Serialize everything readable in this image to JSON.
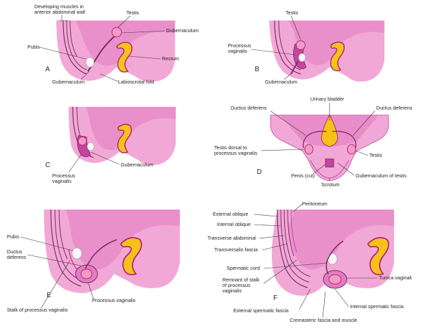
{
  "colors": {
    "tissue_light": "#f2a8d6",
    "tissue_mid": "#e27cc2",
    "tissue_dark": "#c2459e",
    "muscle_line": "#7a2a63",
    "rectum_fill": "#f6c21a",
    "rectum_outline": "#b0296f",
    "testis": "#f49ac8",
    "pubis": "#f7f7f7",
    "background": "#ffffff"
  },
  "panels": {
    "A": {
      "letter": "A",
      "labels": {
        "muscles": "Developing muscles in",
        "muscles2": "anterior abdominal wall",
        "testis": "Testis",
        "gubernaculum_right": "Gubernaculum",
        "pubis": "Pubis",
        "rectum": "Rectum",
        "gubernaculum_bottom": "Gubernaculum",
        "labioscrotal": "Labioscrotal fold"
      }
    },
    "B": {
      "letter": "B",
      "labels": {
        "testis": "Testis",
        "processus": "Processus",
        "processus2": "vaginalis",
        "gubernaculum": "Gubernaculum"
      }
    },
    "C": {
      "letter": "C",
      "labels": {
        "gubernaculum": "Gubernaculum",
        "processus": "Processus",
        "processus2": "vaginalis"
      }
    },
    "D": {
      "letter": "D",
      "labels": {
        "bladder": "Urinary bladder",
        "ductus_left": "Ductus deferens",
        "ductus_right": "Ductus deferens",
        "testis_dorsal": "Testis dorsal to",
        "testis_dorsal2": "processus vaginalis",
        "testis": "Testis",
        "penis": "Penis (cut)",
        "gub_testis": "Gubernaculum of testis",
        "scrotum": "Scrotum"
      }
    },
    "E": {
      "letter": "E",
      "labels": {
        "pubis": "Pubis",
        "ductus": "Ductus",
        "ductus2": "deferens",
        "processus": "Processus vaginalis",
        "stalk": "Stalk of processus vaginalis"
      }
    },
    "F": {
      "letter": "F",
      "labels": {
        "peritoneum": "Peritoneum",
        "ext_oblique": "External oblique",
        "int_oblique": "Internal oblique",
        "transverse": "Transverse abdominal",
        "transversalis": "Transversalis fascia",
        "spermatic_cord": "Spermatic cord",
        "remnant": "Remnant of stalk",
        "remnant2": "of processus",
        "remnant3": "vaginalis",
        "tunica": "Tunica vaginali",
        "ext_fascia": "External spermatic fascia",
        "int_fascia": "Internal spermatic fascia",
        "cremasteric": "Cremasteric fascia and muscle"
      }
    }
  }
}
